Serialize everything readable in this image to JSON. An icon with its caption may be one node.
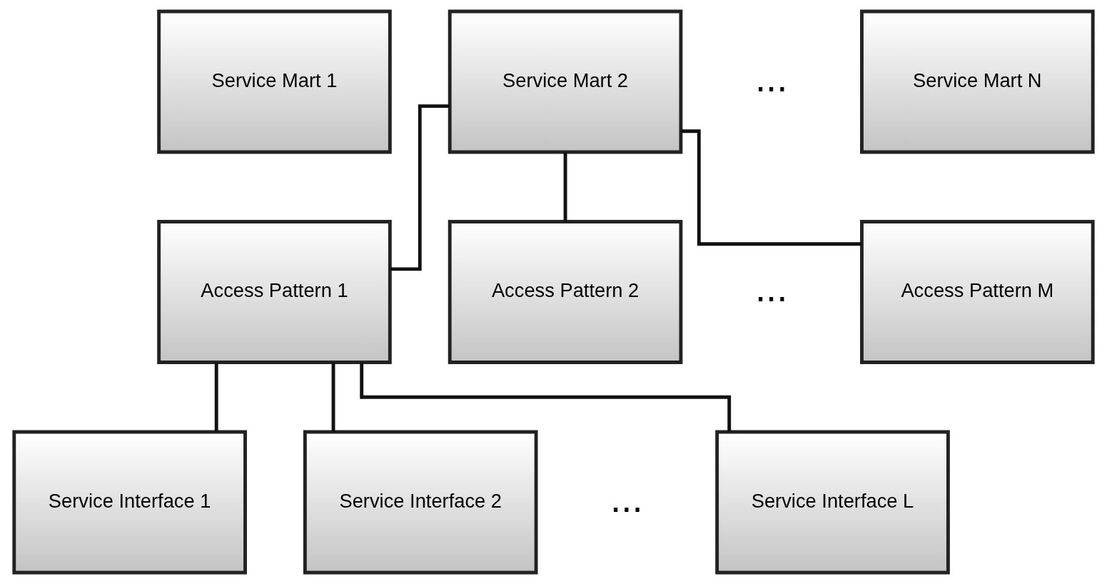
{
  "diagram": {
    "nodes": [
      {
        "text": [
          "Service Mart 1"
        ]
      },
      {
        "text": [
          "Service Mart 2"
        ]
      },
      {
        "text": [
          "Service Mart N"
        ]
      },
      {
        "text": [
          "Access Pattern 1"
        ]
      },
      {
        "text": [
          "Access Pattern 2"
        ]
      },
      {
        "text": [
          "Access Pattern M"
        ]
      },
      {
        "text": [
          "Service Interface 1"
        ]
      },
      {
        "text": [
          "Service Interface 2"
        ]
      },
      {
        "text": [
          "Service Interface L"
        ]
      }
    ],
    "edges": [
      {
        "from": 1,
        "to": 3,
        "arrow": "none"
      },
      {
        "from": 1,
        "to": 4,
        "arrow": "none"
      },
      {
        "from": 1,
        "to": 5,
        "arrow": "none"
      },
      {
        "from": 3,
        "to": 6,
        "arrow": "none"
      },
      {
        "from": 3,
        "to": 7,
        "arrow": "none"
      },
      {
        "from": 3,
        "to": 8,
        "arrow": "none"
      }
    ],
    "labels": [
      "...",
      "...",
      "..."
    ]
  }
}
